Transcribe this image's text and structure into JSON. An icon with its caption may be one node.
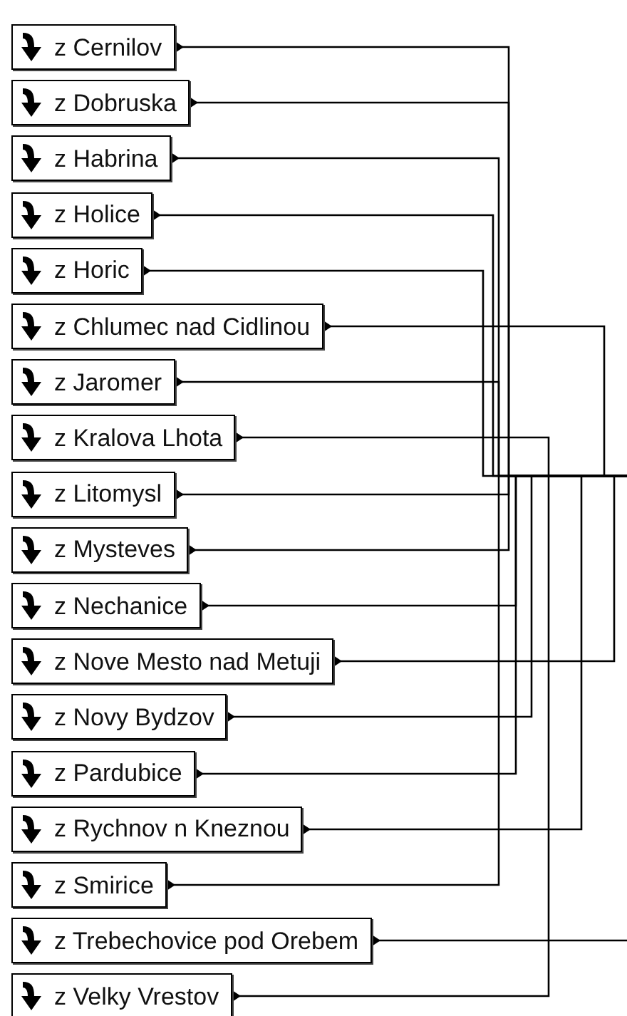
{
  "diagram": {
    "nodes": [
      {
        "text": [
          "z Cernilov"
        ]
      },
      {
        "text": [
          "z Dobruska"
        ]
      },
      {
        "text": [
          "z Habrina"
        ]
      },
      {
        "text": [
          "z Holice"
        ]
      },
      {
        "text": [
          "z Horic"
        ]
      },
      {
        "text": [
          "z Chlumec nad Cidlinou"
        ]
      },
      {
        "text": [
          "z Jaromer"
        ]
      },
      {
        "text": [
          "z Kralova Lhota"
        ]
      },
      {
        "text": [
          "z Litomysl"
        ]
      },
      {
        "text": [
          "z Mysteves"
        ]
      },
      {
        "text": [
          "z Nechanice"
        ]
      },
      {
        "text": [
          "z Nove Mesto nad Metuji"
        ]
      },
      {
        "text": [
          "z Novy Bydzov"
        ]
      },
      {
        "text": [
          "z Pardubice"
        ]
      },
      {
        "text": [
          "z Rychnov n Kneznou"
        ]
      },
      {
        "text": [
          "z Smirice"
        ]
      },
      {
        "text": [
          "z Trebechovice pod Orebem"
        ]
      },
      {
        "text": [
          "z Velky Vrestov"
        ]
      }
    ],
    "edges": [
      {
        "from": null,
        "to": 0,
        "arrow": "to"
      },
      {
        "from": null,
        "to": 1,
        "arrow": "to"
      },
      {
        "from": null,
        "to": 2,
        "arrow": "to"
      },
      {
        "from": null,
        "to": 3,
        "arrow": "to"
      },
      {
        "from": null,
        "to": 4,
        "arrow": "to"
      },
      {
        "from": null,
        "to": 5,
        "arrow": "to"
      },
      {
        "from": null,
        "to": 6,
        "arrow": "to"
      },
      {
        "from": null,
        "to": 7,
        "arrow": "to"
      },
      {
        "from": null,
        "to": 8,
        "arrow": "to"
      },
      {
        "from": null,
        "to": 9,
        "arrow": "to"
      },
      {
        "from": null,
        "to": 10,
        "arrow": "to"
      },
      {
        "from": null,
        "to": 11,
        "arrow": "to"
      },
      {
        "from": null,
        "to": 12,
        "arrow": "to"
      },
      {
        "from": null,
        "to": 13,
        "arrow": "to"
      },
      {
        "from": null,
        "to": 14,
        "arrow": "to"
      },
      {
        "from": null,
        "to": 15,
        "arrow": "to"
      },
      {
        "from": null,
        "to": 16,
        "arrow": "to"
      },
      {
        "from": null,
        "to": 17,
        "arrow": "to"
      }
    ]
  }
}
